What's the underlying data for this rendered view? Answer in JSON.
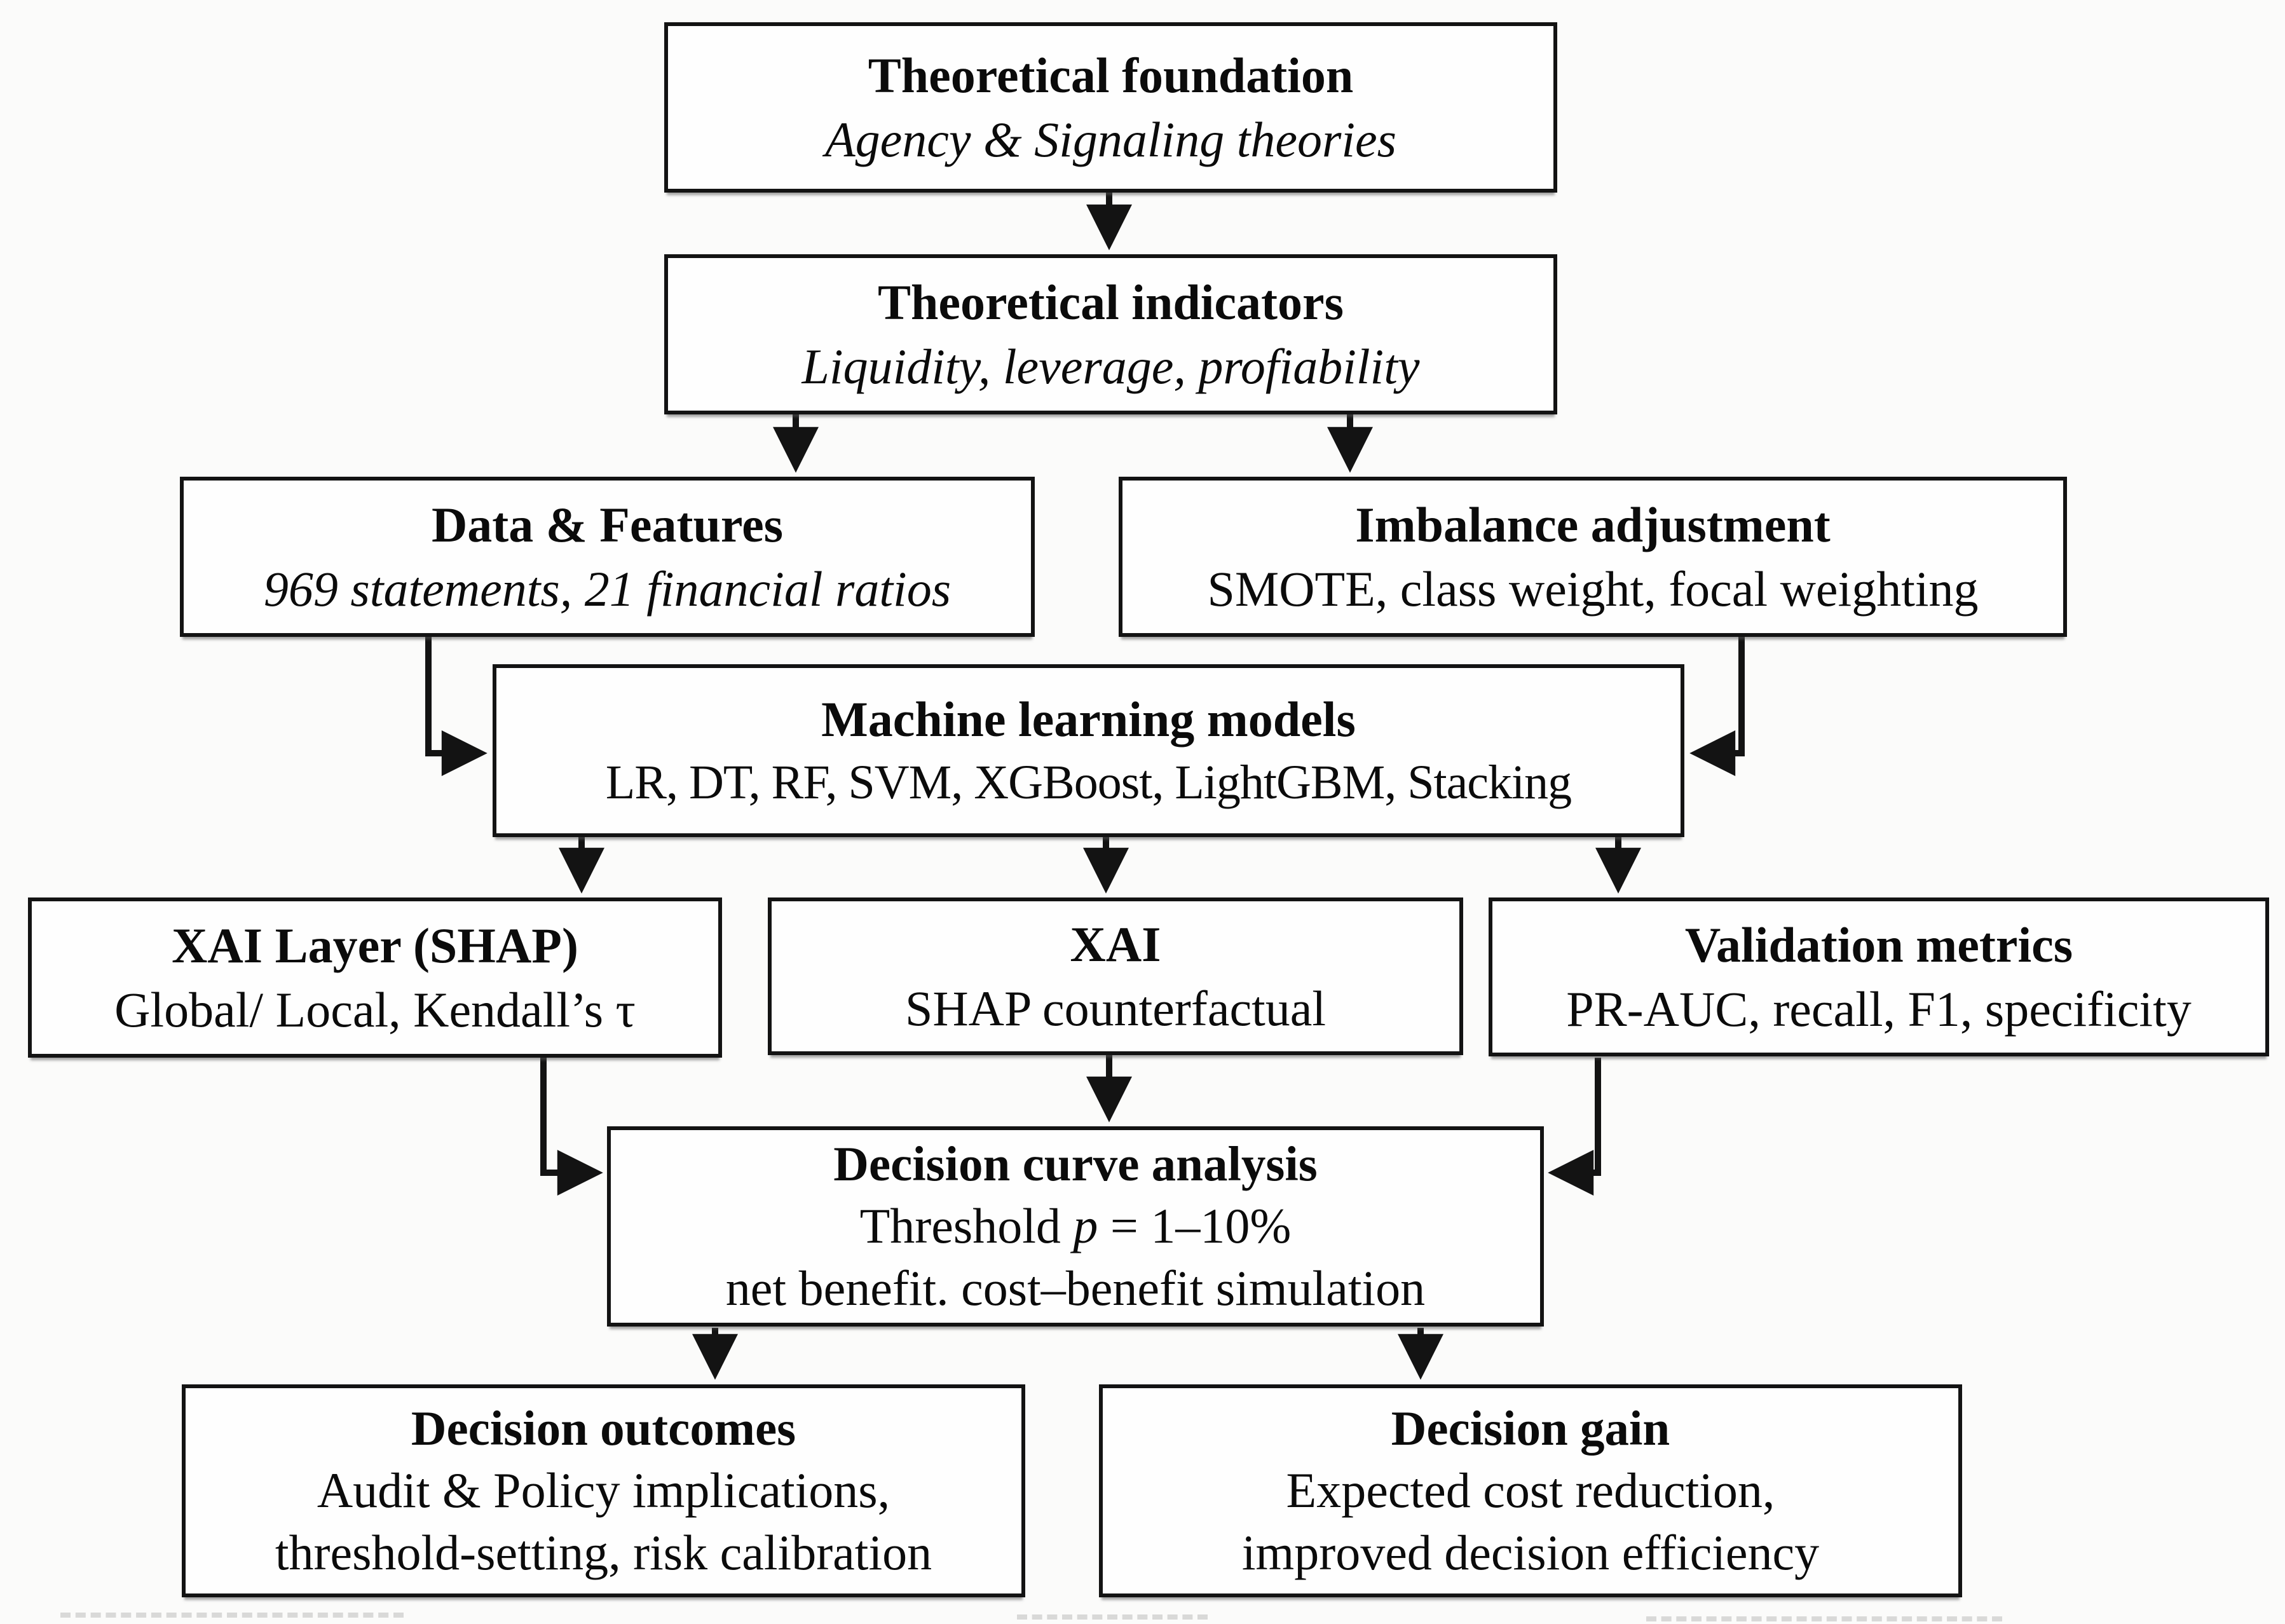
{
  "figure": {
    "background": "#fbfbfa",
    "box_fill": "#fefefe",
    "line_color": "#131313"
  },
  "boxes": {
    "theoretical_foundation": {
      "title": "Theoretical foundation",
      "subtitle": "Agency & Signaling theories"
    },
    "theoretical_indicators": {
      "title": "Theoretical indicators",
      "subtitle": "Liquidity, leverage, profiability"
    },
    "data_features": {
      "title": "Data & Features",
      "subtitle": "969 statements, 21 financial ratios"
    },
    "imbalance_adjustment": {
      "title": "Imbalance adjustment",
      "subtitle": "SMOTE, class weight, focal weighting"
    },
    "ml_models": {
      "title": "Machine learning models",
      "subtitle": "LR, DT, RF, SVM, XGBoost, LightGBM, Stacking"
    },
    "xai_layer": {
      "title": "XAI Layer (SHAP)",
      "subtitle": "Global/ Local, Kendall’s τ"
    },
    "xai": {
      "title": "XAI",
      "subtitle": "SHAP counterfactual"
    },
    "validation_metrics": {
      "title": "Validation metrics",
      "subtitle": "PR-AUC, recall, F1, specificity"
    },
    "decision_curve": {
      "title": "Decision curve analysis",
      "threshold_prefix": "Threshold ",
      "threshold_var": "p",
      "threshold_suffix": " = 1–10%",
      "line3": "net benefit. cost–benefit simulation"
    },
    "decision_outcomes": {
      "title": "Decision outcomes",
      "line2": "Audit & Policy implications,",
      "line3": "threshold-setting, risk calibration"
    },
    "decision_gain": {
      "title": "Decision gain",
      "line2": "Expected cost reduction,",
      "line3": "improved decision efficiency"
    }
  }
}
